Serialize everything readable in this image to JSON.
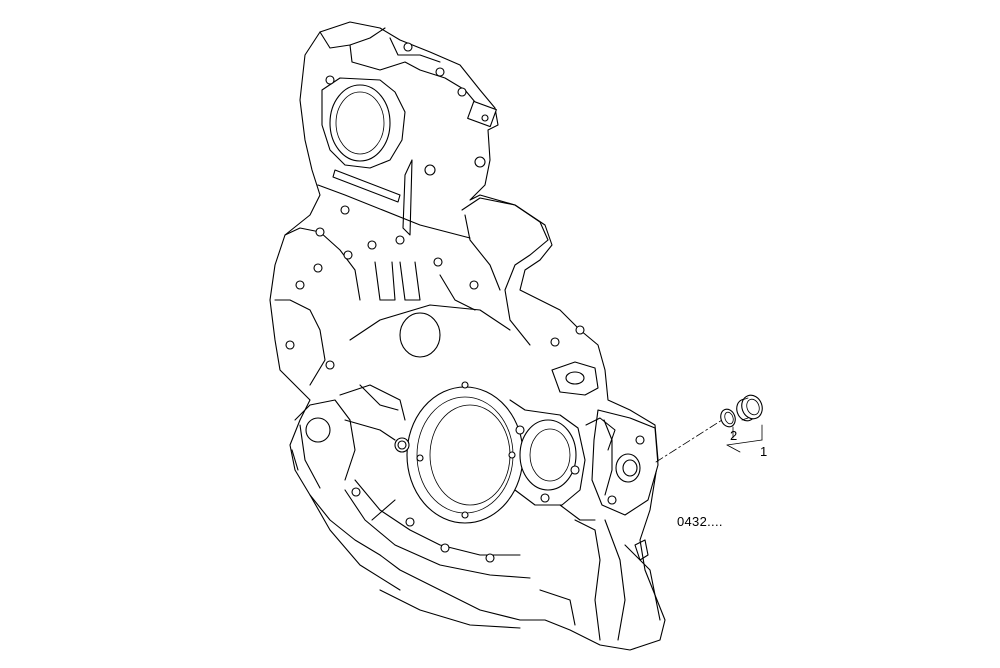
{
  "callouts": {
    "part_1": "1",
    "part_2": "2"
  },
  "reference_code": "0432....",
  "colors": {
    "line": "#000000",
    "background": "#ffffff"
  }
}
